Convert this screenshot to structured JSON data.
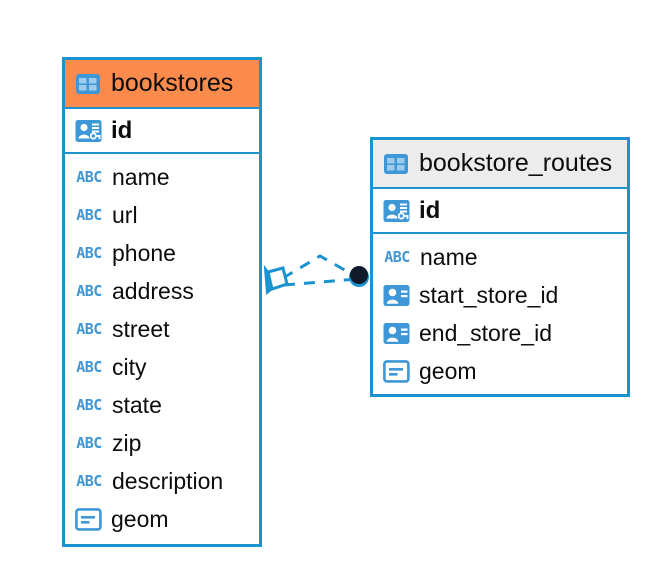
{
  "diagram": {
    "kind": "entity-relationship-diagram",
    "background_color": "#FFFFFF",
    "accent_color": "#1B93D1",
    "highlight_color": "#FB8B4C",
    "neutral_header_color": "#ECECEC",
    "icon_blue": "#3E97D6"
  },
  "tables": [
    {
      "name": "bookstores",
      "header_style": "accent",
      "table_icon": "table-grid-icon",
      "primary_key": {
        "label": "id",
        "icon": "primary-key-icon"
      },
      "fields": [
        {
          "label": "name",
          "icon": "abc-text-icon"
        },
        {
          "label": "url",
          "icon": "abc-text-icon"
        },
        {
          "label": "phone",
          "icon": "abc-text-icon"
        },
        {
          "label": "address",
          "icon": "abc-text-icon"
        },
        {
          "label": "street",
          "icon": "abc-text-icon"
        },
        {
          "label": "city",
          "icon": "abc-text-icon"
        },
        {
          "label": "state",
          "icon": "abc-text-icon"
        },
        {
          "label": "zip",
          "icon": "abc-text-icon"
        },
        {
          "label": "description",
          "icon": "abc-text-icon"
        },
        {
          "label": "geom",
          "icon": "geometry-icon"
        }
      ]
    },
    {
      "name": "bookstore_routes",
      "header_style": "neutral",
      "table_icon": "table-grid-icon",
      "primary_key": {
        "label": "id",
        "icon": "primary-key-icon"
      },
      "fields": [
        {
          "label": "name",
          "icon": "abc-text-icon"
        },
        {
          "label": "start_store_id",
          "icon": "foreign-key-icon"
        },
        {
          "label": "end_store_id",
          "icon": "foreign-key-icon"
        },
        {
          "label": "geom",
          "icon": "geometry-icon"
        }
      ]
    }
  ],
  "relationship": {
    "from_table": "bookstores",
    "to_table": "bookstore_routes",
    "from_marker": "crows-foot-polygon-marker",
    "to_marker": "filled-dot-marker",
    "line_style": "dashed",
    "line_color": "#1B93D1"
  }
}
